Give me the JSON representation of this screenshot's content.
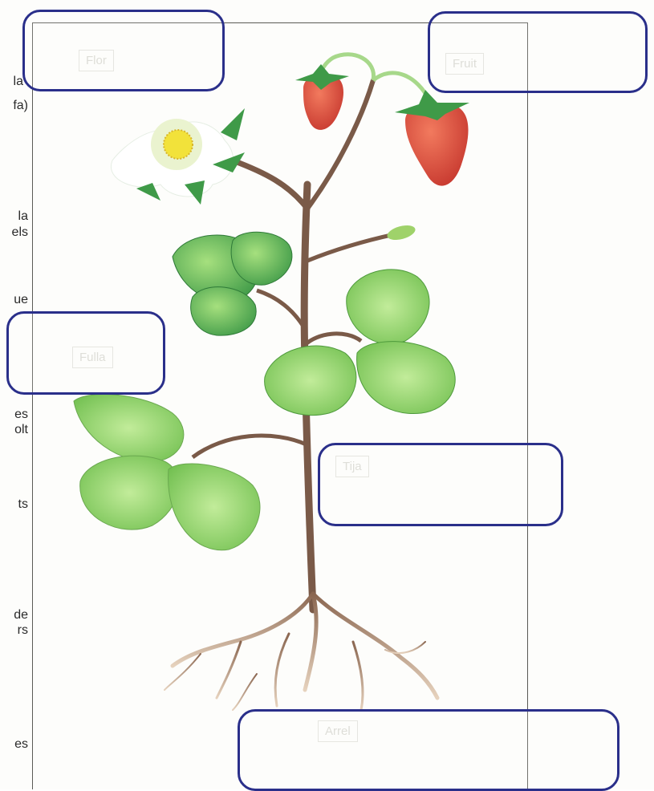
{
  "worksheet": {
    "margin_fragments": [
      "la",
      "fa)",
      "la",
      "els",
      "ue",
      "es",
      "olt",
      "ts",
      "de",
      "rs",
      "es"
    ],
    "faint_labels": [
      "Flor",
      "Fruit",
      "Fulla",
      "Tija",
      "Arrel"
    ],
    "answer_boxes": [
      "flower-label-box",
      "fruit-label-box",
      "leaf-label-box",
      "stem-label-box",
      "root-label-box"
    ]
  },
  "colors": {
    "box_outline": "#2a2f8a",
    "leaf_dark": "#3f9a48",
    "leaf_light": "#8fd16a",
    "stem": "#7a5a48",
    "fruit": "#d9453a",
    "petal": "#ffffff",
    "flower_center": "#f2e23a"
  }
}
